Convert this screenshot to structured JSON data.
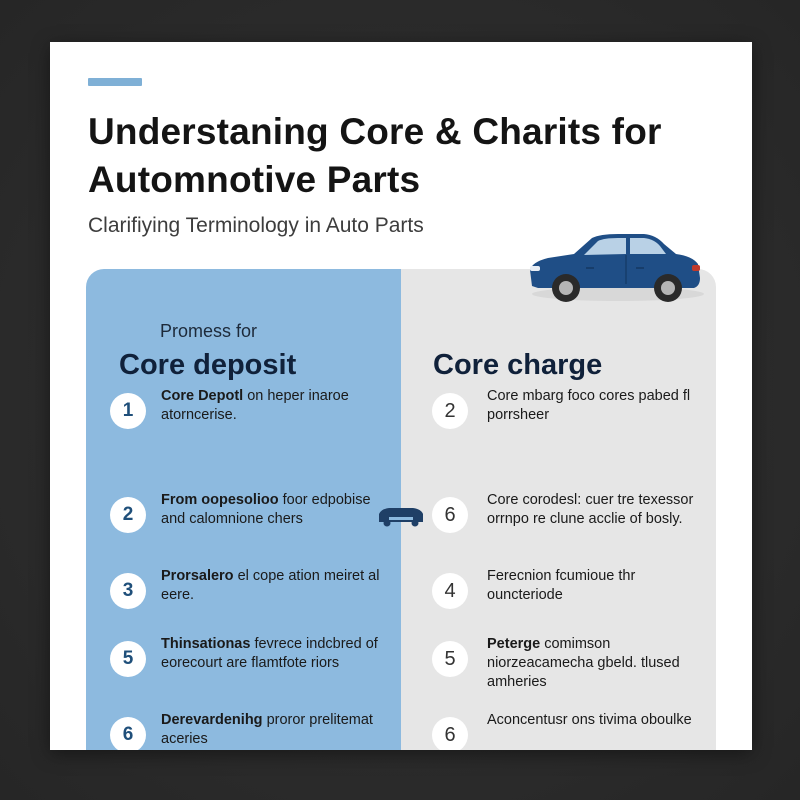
{
  "header": {
    "title": "Understaning Core & Charits for Automnotive Parts",
    "subtitle": "Clarifiying Terminology in Auto Parts"
  },
  "left_panel": {
    "kicker": "Promess for",
    "title": "Core deposit",
    "items": [
      {
        "num": "1",
        "lead": "Core Depotl",
        "text": " on heper inaroe atorncerise."
      },
      {
        "num": "2",
        "lead": "From oopesolioo",
        "text": " foor edpobise and calomnione chers"
      },
      {
        "num": "3",
        "lead": "Prorsalero",
        "text": " el cope ation meiret al eere."
      },
      {
        "num": "5",
        "lead": "Thinsationas",
        "text": " fevrece indcbred of eorecourt are flamtfote riors"
      },
      {
        "num": "6",
        "lead": "Derevardenihg",
        "text": " proror prelitemat aceries"
      }
    ]
  },
  "right_panel": {
    "title": "Core charge",
    "items": [
      {
        "num": "2",
        "lead": "",
        "text": "Core mbarg foco cores pabed fl porrsheer"
      },
      {
        "num": "6",
        "lead": "",
        "text": "Core corodesl: cuer tre texessor orrnpo re clune acclie of bosly."
      },
      {
        "num": "4",
        "lead": "",
        "text": "Ferecnion fcumioue thr ouncteriode"
      },
      {
        "num": "5",
        "lead": "Peterge",
        "text": " comimson niorzeacamecha gbeld. tlused amheries"
      },
      {
        "num": "6",
        "lead": "",
        "text": "Aconcentusr ons tivima oboulke"
      }
    ]
  },
  "icons": {
    "car": "car-icon",
    "center": "car-mini-icon"
  },
  "colors": {
    "accent": "#7fb0d6",
    "left_panel": "#8dbadf",
    "right_panel": "#e6e6e6",
    "car_body": "#1f4e86",
    "title": "#141414"
  }
}
